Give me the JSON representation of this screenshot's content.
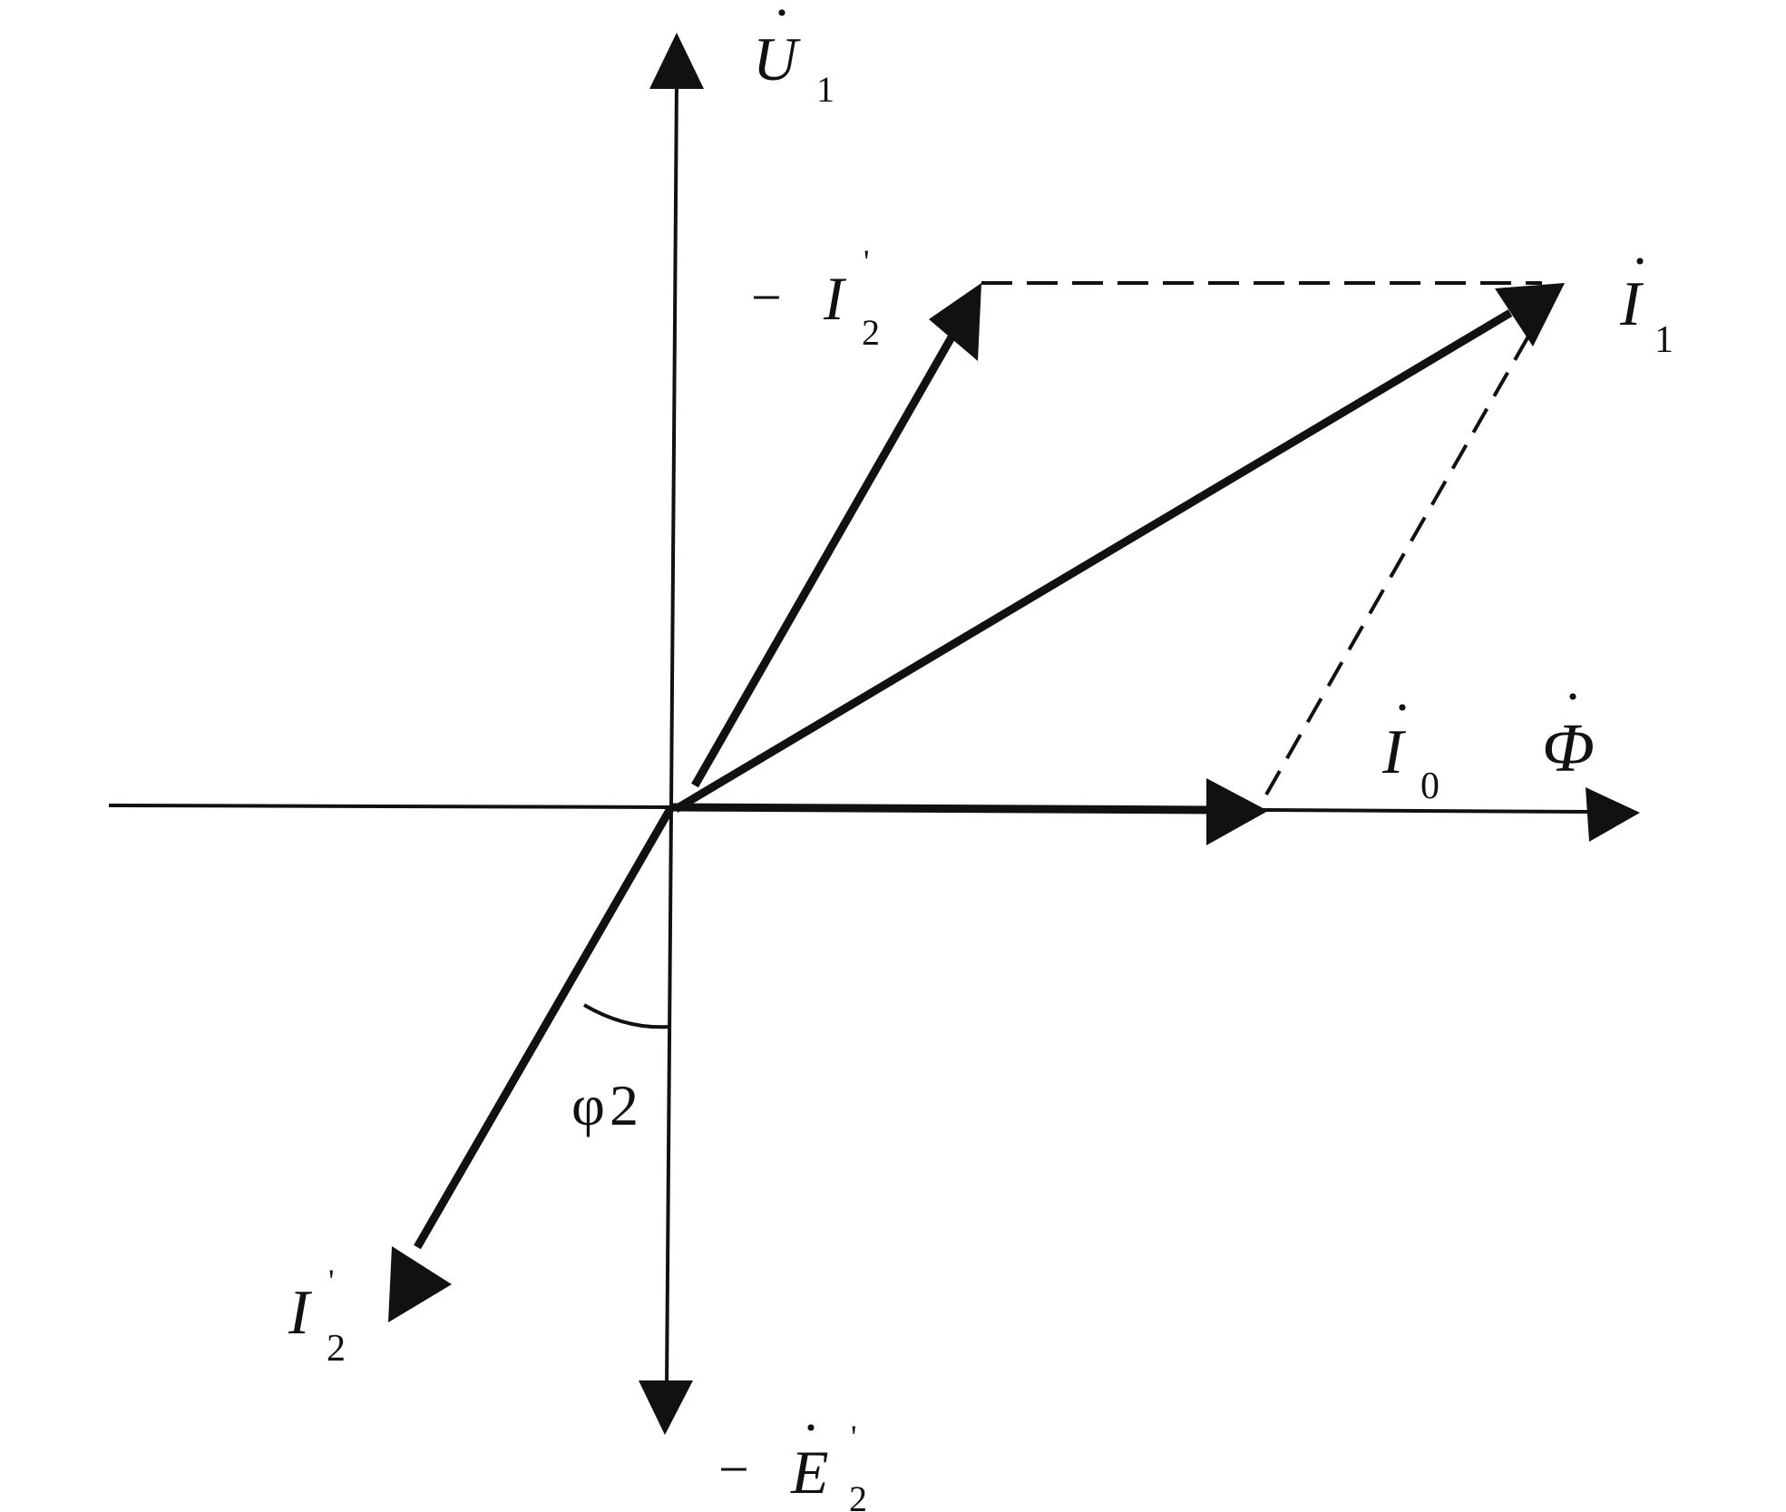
{
  "diagram": {
    "colors": {
      "ink": "#111111",
      "background": "#ffffff"
    },
    "labels": {
      "u1": {
        "main": "U",
        "sub": "1",
        "dot": "·"
      },
      "minus_i2_prime": {
        "prefix": "−",
        "main": "I",
        "prime": "'",
        "sub": "2"
      },
      "i1": {
        "main": "I",
        "sub": "1",
        "dot": "·"
      },
      "i0": {
        "main": "I",
        "sub": "0",
        "dot": "·"
      },
      "phi": {
        "main": "Φ",
        "dot": "·"
      },
      "i2_prime": {
        "main": "I",
        "prime": "'",
        "sub": "2"
      },
      "phi2": {
        "main": "φ",
        "sub": "2"
      },
      "minus_e2_prime": {
        "prefix": "−",
        "main": "E",
        "prime": "'",
        "sub": "2",
        "dot": "·"
      }
    }
  }
}
